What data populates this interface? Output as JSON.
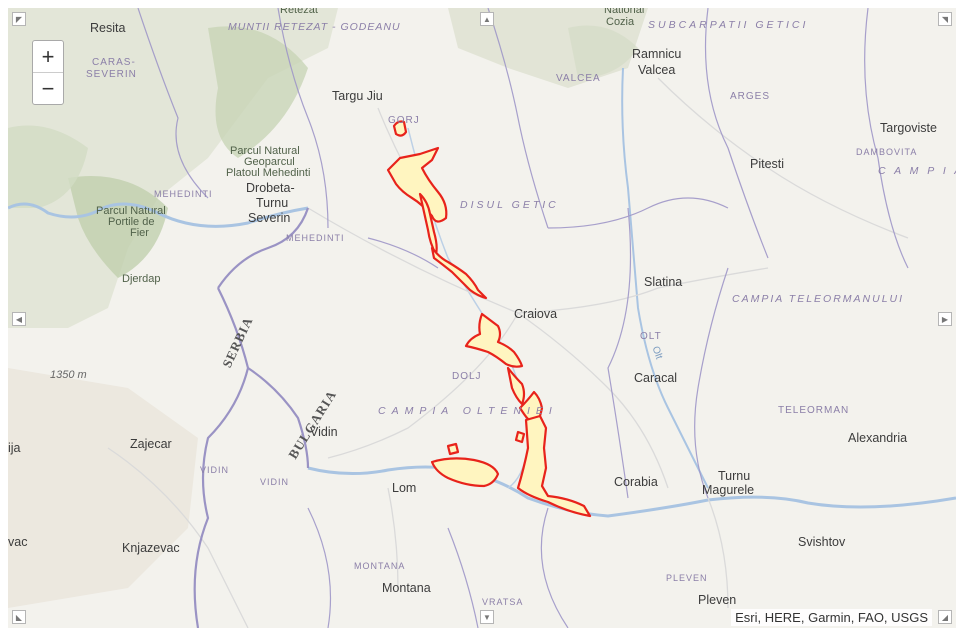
{
  "map": {
    "zoom_in_label": "+",
    "zoom_out_label": "−",
    "attribution": "Esri, HERE, Garmin, FAO, USGS",
    "colors": {
      "highlight_fill": "#fff5c0",
      "highlight_stroke": "#e8231b",
      "border": "#9f97c8",
      "water": "#a9c4e2"
    },
    "icons": [
      "pan-arrow-icon",
      "pan-corner-icon"
    ],
    "labels": {
      "resita": "Resita",
      "caras": "CARAS-",
      "severin_region": "SEVERIN",
      "muntii": "MUNTII RETEZAT - GODEANU",
      "retezat": "Retezat",
      "national": "National",
      "cozia": "Cozia",
      "subcarpatii": "SUBCARPATII GETICI",
      "ramnicu": "Ramnicu",
      "valcea_city": "Valcea",
      "valcea_region": "VALCEA",
      "arges": "ARGES",
      "targoviste": "Targoviste",
      "dambovita": "DAMBOVITA",
      "campia_right": "C A M P I A",
      "pitesti": "Pitesti",
      "targu_jiu": "Targu Jiu",
      "gorj": "GORJ",
      "parcul_geo_1": "Parcul Natural",
      "parcul_geo_2": "Geoparcul",
      "parcul_geo_3": "Platoul Mehedinti",
      "drobeta_1": "Drobeta-",
      "drobeta_2": "Turnu",
      "drobeta_3": "Severin",
      "mehedinti_a": "MEHEDINTI",
      "mehedinti_b": "MEHEDINTI",
      "parcul_fier_1": "Parcul Natural",
      "parcul_fier_2": "Portile de",
      "parcul_fier_3": "Fier",
      "djerdap": "Djerdap",
      "podisul": "DISUL GETIC",
      "slatina": "Slatina",
      "campia_teleorman": "CAMPIA TELEORMANULUI",
      "craiova": "Craiova",
      "olt_region": "OLT",
      "olt_river": "Olt",
      "elevation": "1350 m",
      "serbia": "SERBIA",
      "bulgaria": "BULGARIA",
      "dolj": "DOLJ",
      "caracal": "Caracal",
      "campia_olteniei": "CAMPIA OLTENIEI",
      "teleorman": "TELEORMAN",
      "alexandria": "Alexandria",
      "vidin": "Vidin",
      "vidin_r1": "VIDIN",
      "vidin_r2": "VIDIN",
      "zajecar": "Zajecar",
      "ija": "ija",
      "lom": "Lom",
      "corabia": "Corabia",
      "turnu_1": "Turnu",
      "turnu_2": "Magurele",
      "vac": "vac",
      "knjazevac": "Knjazevac",
      "svishtov": "Svishtov",
      "montana_region": "MONTANA",
      "montana": "Montana",
      "vratsa": "VRATSA",
      "pleven_region": "PLEVEN",
      "pleven": "Pleven"
    }
  }
}
